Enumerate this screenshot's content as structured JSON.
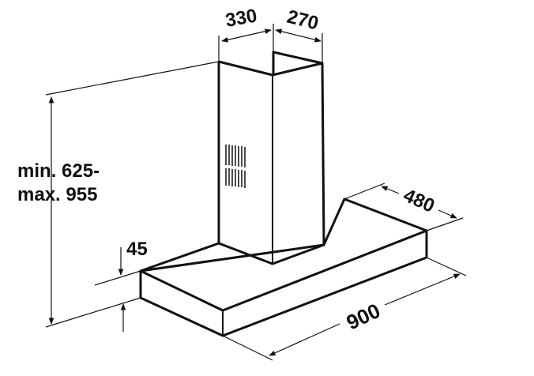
{
  "title": "Range hood dimensions",
  "dimensions": {
    "chimney_width": "330",
    "chimney_depth": "270",
    "height_line1": "min. 625-",
    "height_line2": "max. 955",
    "canopy_thickness": "45",
    "canopy_depth": "480",
    "canopy_width": "900"
  },
  "colors": {
    "line": "#111111",
    "background": "#ffffff"
  }
}
